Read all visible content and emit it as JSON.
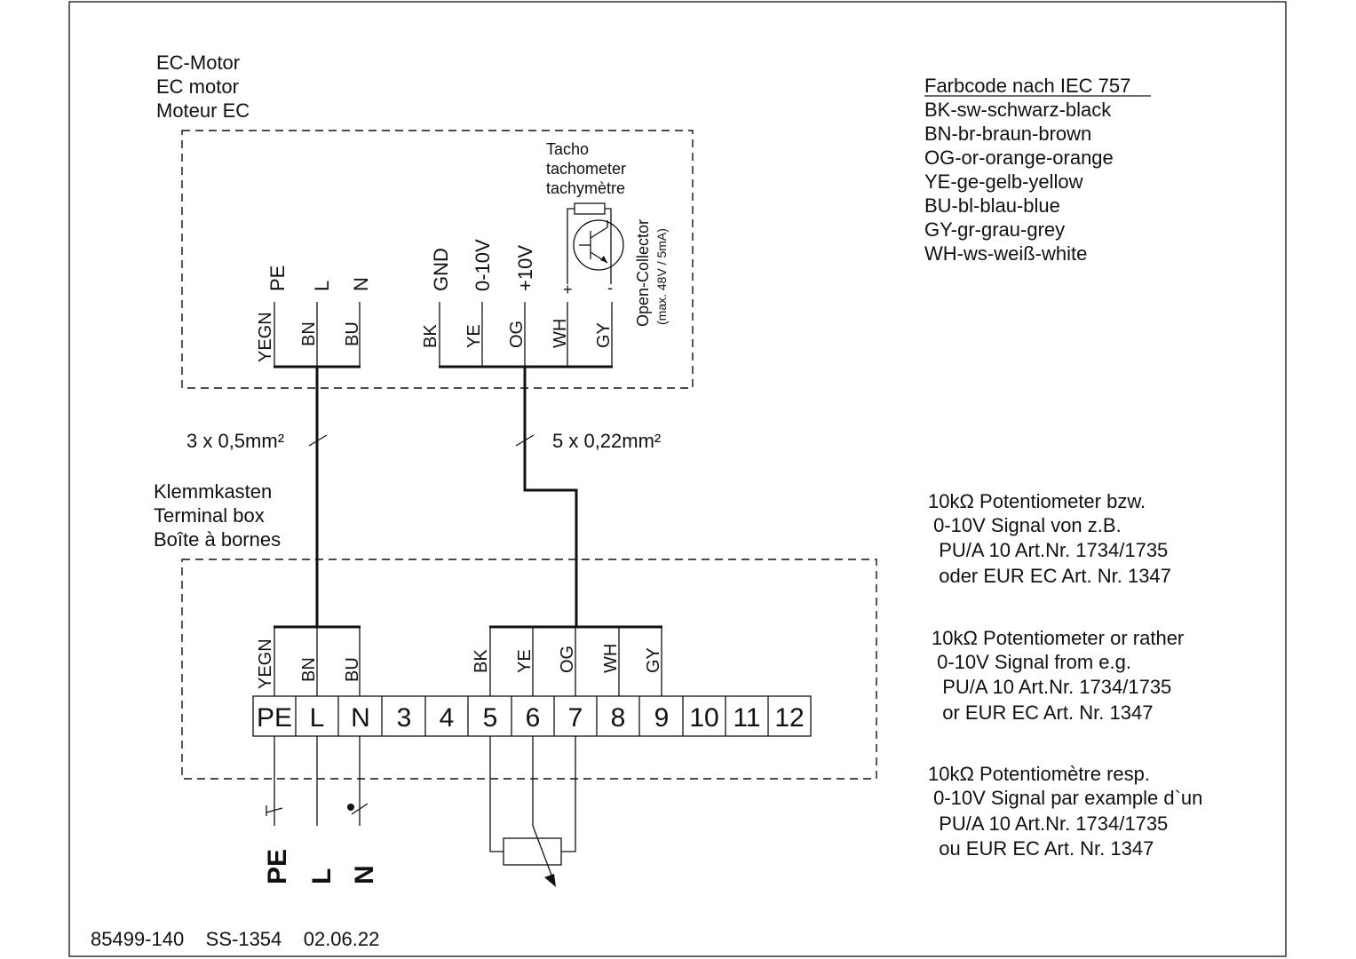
{
  "motor": {
    "title": [
      "EC-Motor",
      "EC motor",
      "Moteur EC"
    ],
    "top_labels": [
      "PE",
      "L",
      "N",
      "GND",
      "0-10V",
      "+10V"
    ],
    "tacho_label": [
      "Tacho",
      "tachometer",
      "tachymètre"
    ],
    "open_collector": [
      "Open-Collector",
      "(max. 48V / 5mA)"
    ],
    "oc_plus": "+",
    "oc_minus": "-",
    "wire_colors": [
      "YEGN",
      "BN",
      "BU",
      "BK",
      "YE",
      "OG",
      "WH",
      "GY"
    ]
  },
  "cables": {
    "power": "3 x 0,5mm²",
    "signal": "5 x 0,22mm²"
  },
  "terminal_box": {
    "title": [
      "Klemmkasten",
      "Terminal box",
      "Boîte à bornes"
    ],
    "wire_colors_power": [
      "YEGN",
      "BN",
      "BU"
    ],
    "wire_colors_signal": [
      "BK",
      "YE",
      "OG",
      "WH",
      "GY"
    ],
    "terminals": [
      "PE",
      "L",
      "N",
      "3",
      "4",
      "5",
      "6",
      "7",
      "8",
      "9",
      "10",
      "11",
      "12"
    ]
  },
  "supply_labels": [
    "PE",
    "L",
    "N"
  ],
  "color_code": {
    "title": "Farbcode nach IEC 757",
    "entries": [
      "BK-sw-schwarz-black",
      "BN-br-braun-brown",
      "OG-or-orange-orange",
      "YE-ge-gelb-yellow",
      "BU-bl-blau-blue",
      "GY-gr-grau-grey",
      "WH-ws-weiß-white"
    ]
  },
  "notes": [
    [
      "10kΩ Potentiometer bzw.",
      " 0-10V Signal von z.B.",
      "  PU/A 10 Art.Nr. 1734/1735",
      "  oder EUR EC Art. Nr. 1347"
    ],
    [
      "10kΩ Potentiometer or rather",
      " 0-10V Signal from e.g.",
      "  PU/A 10 Art.Nr. 1734/1735",
      "  or EUR EC Art. Nr. 1347"
    ],
    [
      "10kΩ Potentiomètre resp.",
      " 0-10V Signal par example d`un",
      "  PU/A 10 Art.Nr. 1734/1735",
      "  ou EUR EC Art. Nr. 1347"
    ]
  ],
  "footer": "85499-140    SS-1354    02.06.22"
}
